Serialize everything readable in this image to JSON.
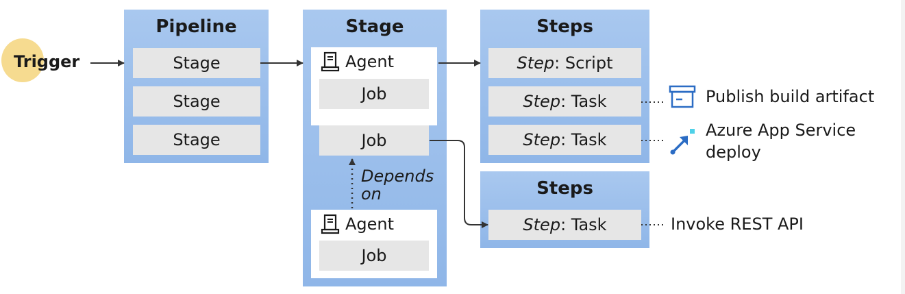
{
  "trigger": {
    "label": "Trigger"
  },
  "pipeline": {
    "title": "Pipeline",
    "stages": [
      "Stage",
      "Stage",
      "Stage"
    ]
  },
  "stage": {
    "title": "Stage",
    "agent1": {
      "label": "Agent",
      "job": "Job"
    },
    "job_middle": "Job",
    "depends_on": [
      "Depends",
      "on"
    ],
    "agent2": {
      "label": "Agent",
      "job": "Job"
    }
  },
  "steps_top": {
    "title": "Steps",
    "items": [
      {
        "prefix": "Step",
        "rest": ": Script"
      },
      {
        "prefix": "Step",
        "rest": ": Task"
      },
      {
        "prefix": "Step",
        "rest": ": Task"
      }
    ]
  },
  "steps_bottom": {
    "title": "Steps",
    "items": [
      {
        "prefix": "Step",
        "rest": ": Task"
      }
    ]
  },
  "external": {
    "publish": "Publish build artifact",
    "azure_line1": "Azure App Service",
    "azure_line2": "deploy",
    "rest": "Invoke REST API"
  },
  "colors": {
    "panel": "#9dbfec",
    "box": "#e6e6e6",
    "trigger_highlight": "#f5d98a",
    "icon_blue": "#2b6cc4",
    "icon_cyan": "#4fd1e8"
  }
}
